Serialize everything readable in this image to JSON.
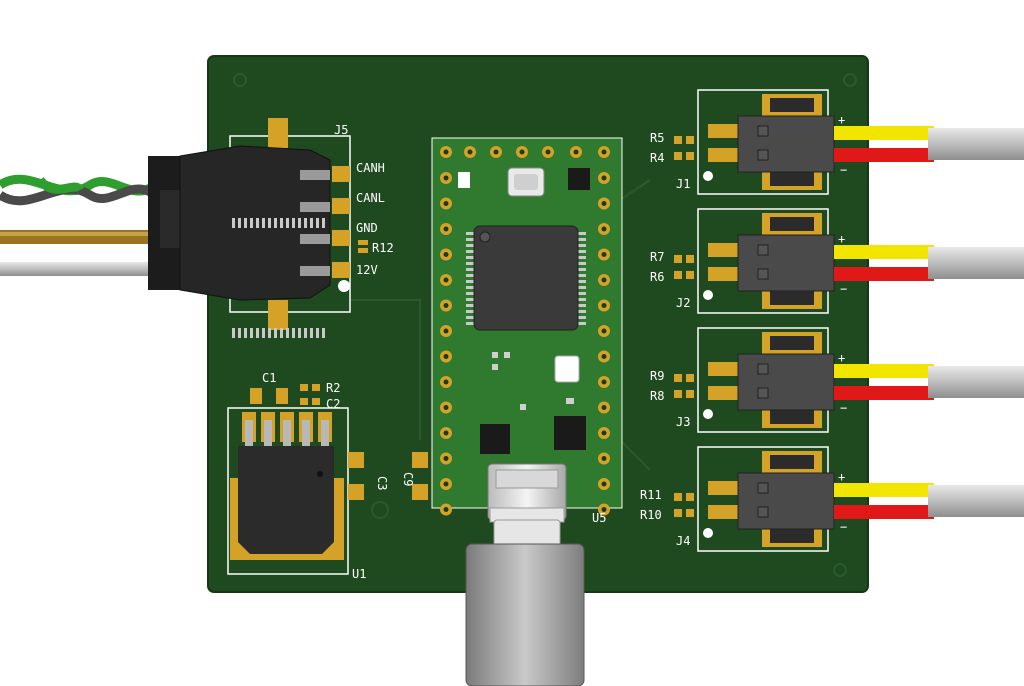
{
  "connector_j5": {
    "ref": "J5",
    "pins": [
      "CANH",
      "CANL",
      "GND",
      "12V"
    ]
  },
  "regulator": {
    "ref": "U1"
  },
  "capacitors": {
    "c1": "C1",
    "c2": "C2",
    "c3": "C3",
    "c9": "C9"
  },
  "resistors": {
    "r2": "R2",
    "r12": "R12"
  },
  "microcontroller": {
    "ref": "U5"
  },
  "ports": [
    {
      "ref": "J1",
      "r_top": "R5",
      "r_bottom": "R4"
    },
    {
      "ref": "J2",
      "r_top": "R7",
      "r_bottom": "R6"
    },
    {
      "ref": "J3",
      "r_top": "R9",
      "r_bottom": "R8"
    },
    {
      "ref": "J4",
      "r_top": "R11",
      "r_bottom": "R10"
    }
  ],
  "polarity": {
    "plus": "+",
    "minus": "−"
  },
  "colors": {
    "board": "#1f4a1f",
    "pad": "#d4a227",
    "teensy": "#2f7a2f",
    "wire_yellow": "#f2e600",
    "wire_red": "#e01818",
    "wire_green": "#2e9e2e",
    "wire_gray": "#555555",
    "wire_brown": "#9a7420"
  }
}
